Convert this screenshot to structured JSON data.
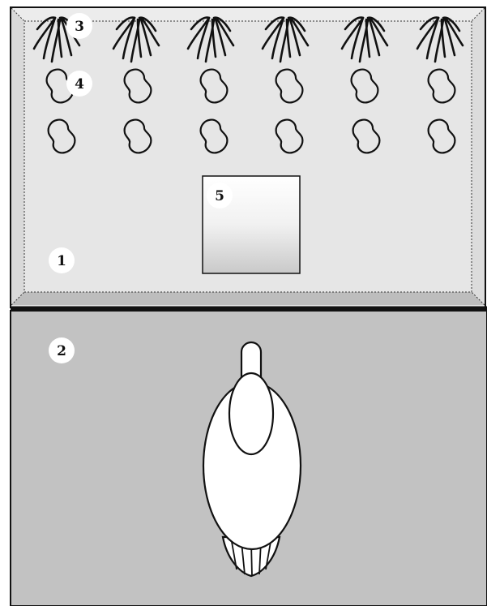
{
  "labels": {
    "area1": "1",
    "area2": "2",
    "roots": "3",
    "tubers": "4",
    "box": "5"
  },
  "layout": {
    "plant_columns": 6,
    "tuber_rows": 2
  },
  "colors": {
    "upper_panel": "#e6e6e6",
    "lower_panel": "#c2c2c2",
    "outline": "#111111",
    "marker_fill": "#ffffff"
  },
  "icons": {
    "root_cluster": "root-cluster-icon",
    "tuber": "tuber-icon",
    "person": "person-topview-icon"
  }
}
